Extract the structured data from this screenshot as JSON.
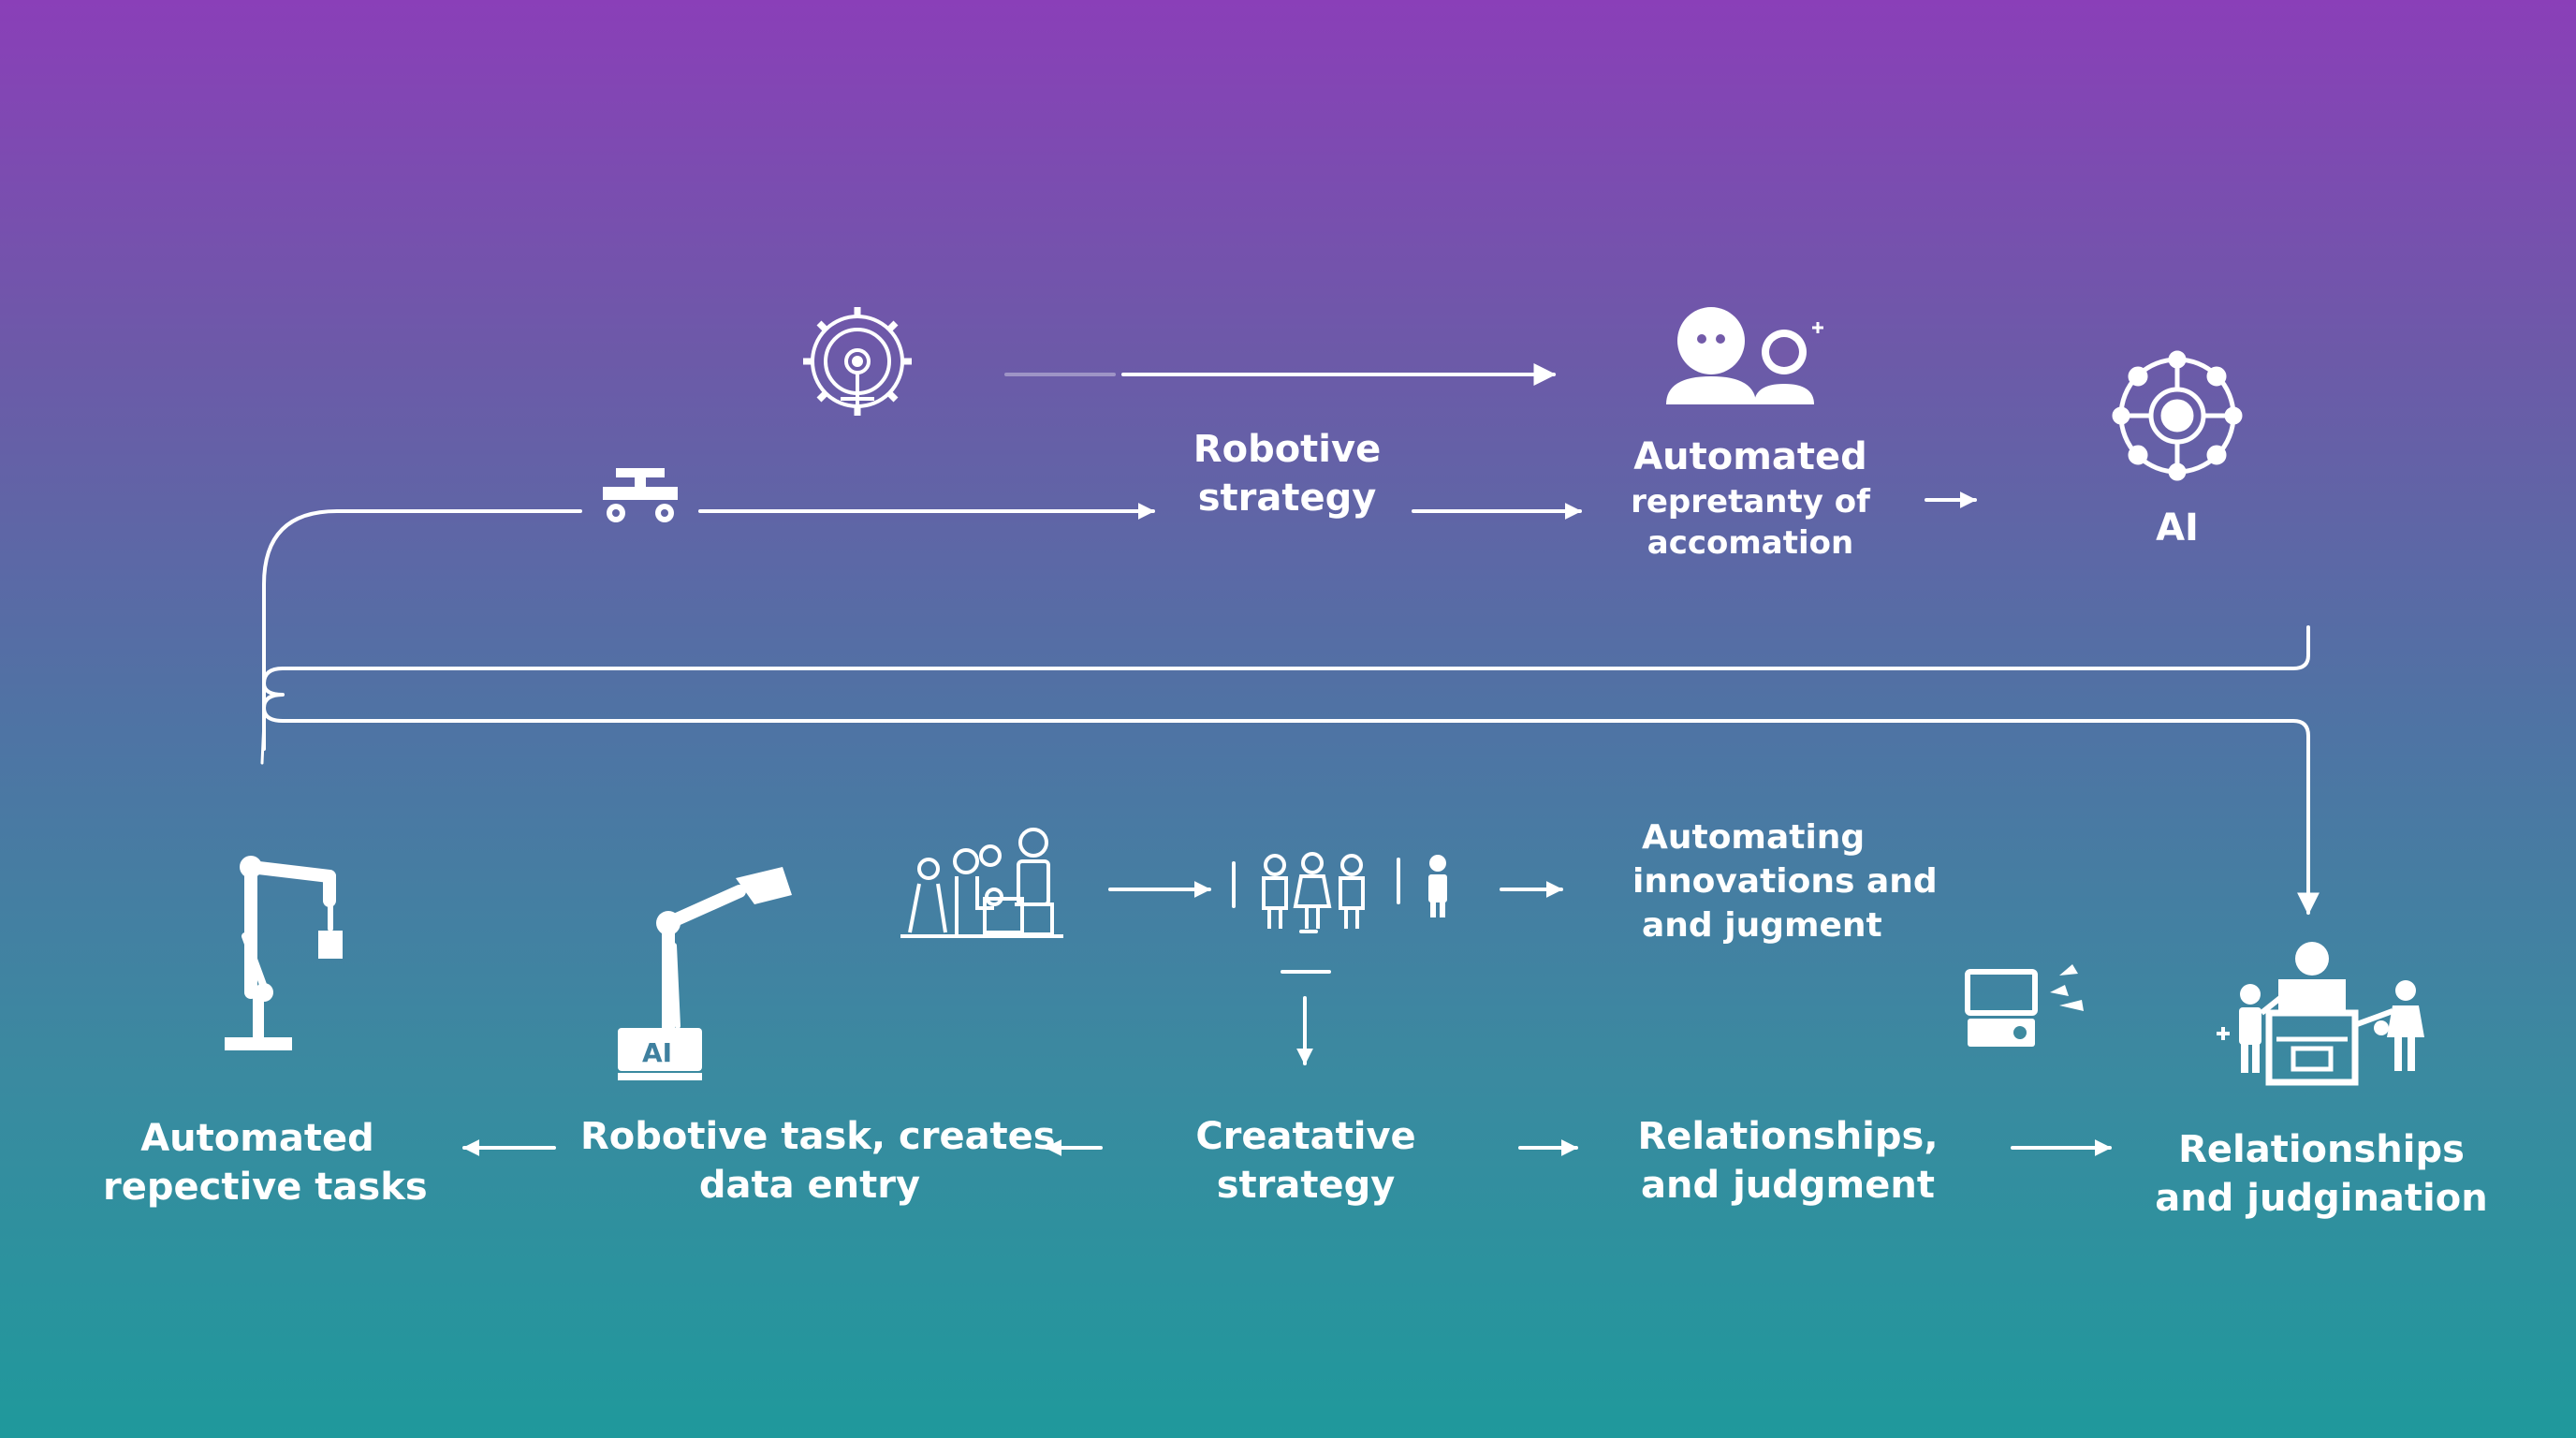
{
  "colors": {
    "background_top": "#8a3fb8",
    "background_bottom": "#1f999c",
    "stroke": "#ffffff"
  },
  "icons": {
    "gear": "gear-icon",
    "cart": "robot-cart-icon",
    "users": "users-icon",
    "ai": "ai-network-icon",
    "arm1": "robot-arm-icon",
    "arm2": "ai-robot-arm-icon",
    "team": "team-icon",
    "people": "people-group-icon",
    "person": "person-icon",
    "computer": "computer-icon",
    "meeting": "meeting-icon"
  },
  "labels": {
    "robotive_strategy": {
      "line1": "Robotive",
      "line2": "strategy"
    },
    "automated_repretanty": {
      "line1": "Automated",
      "line2": "repretanty of",
      "line3": "accomation"
    },
    "ai": {
      "line1": "AI"
    },
    "automating_innovations": {
      "line1": "Automating",
      "line2": "innovations and",
      "line3": "and jugment"
    },
    "automated_repective": {
      "line1": "Automated",
      "line2": "repective tasks"
    },
    "robotive_task": {
      "line1": "Robotive task, creates",
      "line2": "data entry"
    },
    "creatative_strategy": {
      "line1": "Creatative",
      "line2": "strategy"
    },
    "relationships_judgment": {
      "line1": "Relationships,",
      "line2": "and judgment"
    },
    "relationships_judgination": {
      "line1": "Relationships",
      "line2": "and judgination"
    },
    "ai_badge": "AI"
  }
}
